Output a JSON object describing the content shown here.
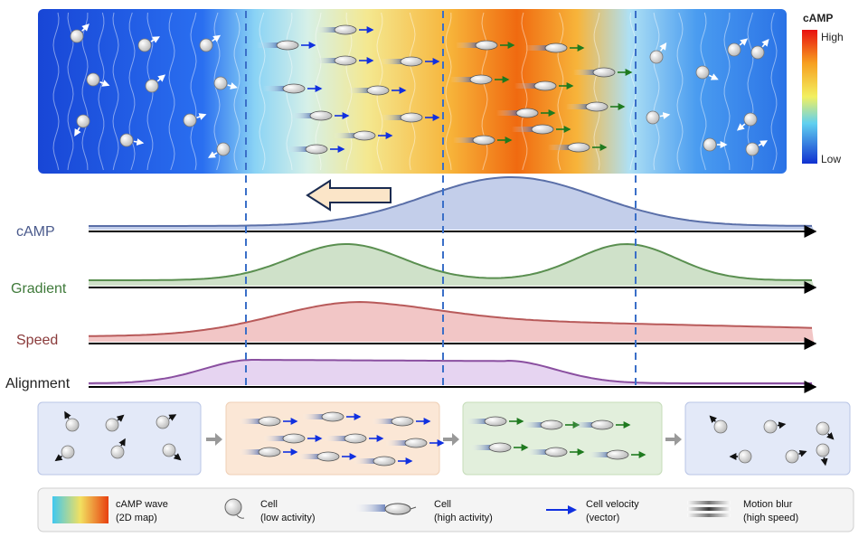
{
  "colorbar": {
    "title": "cAMP",
    "high_label": "High",
    "low_label": "Low"
  },
  "profiles": [
    {
      "id": "camp",
      "label": "cAMP",
      "label_color": "#4a5a8c",
      "line_color": "#5a6fa8",
      "fill_color": "#b9c6e6"
    },
    {
      "id": "gradient",
      "label": "Gradient",
      "label_color": "#3f7a3a",
      "line_color": "#5a8f50",
      "fill_color": "#c7dcc0"
    },
    {
      "id": "speed",
      "label": "Speed",
      "label_color": "#8a3a3a",
      "line_color": "#b85a5a",
      "fill_color": "#f0bcbc"
    },
    {
      "id": "alignment",
      "label": "Alignment",
      "label_color": "#222222",
      "line_color": "#8a4fa0",
      "fill_color": "#e2cdee"
    }
  ],
  "legend": {
    "items": [
      {
        "icon": "camp-wave-swatch",
        "label_line1": "cAMP wave",
        "label_line2": "(2D map)"
      },
      {
        "icon": "cell-low-activity-icon",
        "label_line1": "Cell",
        "label_line2": "(low activity)"
      },
      {
        "icon": "cell-high-activity-icon",
        "label_line1": "Cell",
        "label_line2": "(high activity)"
      },
      {
        "icon": "velocity-arrow-icon",
        "label_line1": "Cell velocity",
        "label_line2": "(vector)"
      },
      {
        "icon": "motion-blur-icon",
        "label_line1": "Motion blur",
        "label_line2": "(high speed)"
      }
    ]
  },
  "colors": {
    "arrow_blue": "#1030e0",
    "arrow_green": "#1f7a1f",
    "arrow_white": "#ffffff",
    "arrow_black": "#111111",
    "wave_low": "#1a4fd8",
    "wave_high": "#e8500a",
    "dashed_line": "#3a6fc8",
    "panel1_bg": "#e3e9f8",
    "panel2_bg": "#fbe7d6",
    "panel3_bg": "#e2efdc",
    "panel4_bg": "#e3e9f8"
  }
}
